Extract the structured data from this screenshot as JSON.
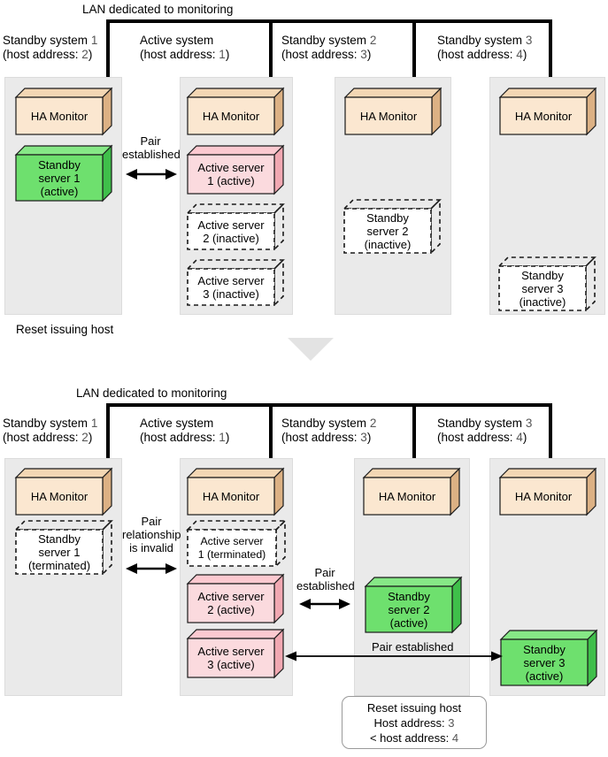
{
  "diagram": {
    "title_top": "LAN dedicated to monitoring",
    "title_bottom": "LAN dedicated to monitoring",
    "reset_issuing_host_top": "Reset issuing host"
  },
  "top": {
    "systems": [
      {
        "name": "Standby system",
        "num": "1",
        "addr_prefix": "(host address: ",
        "addr": "2",
        "addr_suffix": ")"
      },
      {
        "name": "Active system",
        "num": "",
        "addr_prefix": "(host address: ",
        "addr": "1",
        "addr_suffix": ")"
      },
      {
        "name": "Standby system",
        "num": "2",
        "addr_prefix": "(host address: ",
        "addr": "3",
        "addr_suffix": ")"
      },
      {
        "name": "Standby system",
        "num": "3",
        "addr_prefix": "(host address: ",
        "addr": "4",
        "addr_suffix": ")"
      }
    ],
    "monitors": [
      "HA Monitor",
      "HA Monitor",
      "HA Monitor",
      "HA Monitor"
    ],
    "servers": {
      "sys1": [
        {
          "label": "Standby\nserver 1\n(active)",
          "state": "active",
          "color": "green"
        }
      ],
      "sys2": [
        {
          "label": "Active server\n1 (active)",
          "state": "active",
          "color": "pink"
        },
        {
          "label": "Active server\n2 (inactive)",
          "state": "inactive",
          "color": "dashed"
        },
        {
          "label": "Active server\n3 (inactive)",
          "state": "inactive",
          "color": "dashed"
        }
      ],
      "sys3": [
        {
          "label": "Standby\nserver 2\n(inactive)",
          "state": "inactive",
          "color": "dashed"
        }
      ],
      "sys4": [
        {
          "label": "Standby\nserver 3\n(inactive)",
          "state": "inactive",
          "color": "dashed"
        }
      ]
    },
    "pair_label": "Pair\nestablished"
  },
  "bottom": {
    "systems": [
      {
        "name": "Standby system",
        "num": "1",
        "addr_prefix": "(host address: ",
        "addr": "2",
        "addr_suffix": ")"
      },
      {
        "name": "Active system",
        "num": "",
        "addr_prefix": "(host address: ",
        "addr": "1",
        "addr_suffix": ")"
      },
      {
        "name": "Standby system",
        "num": "2",
        "addr_prefix": "(host address: ",
        "addr": "3",
        "addr_suffix": ")"
      },
      {
        "name": "Standby system",
        "num": "3",
        "addr_prefix": "(host address: ",
        "addr": "4",
        "addr_suffix": ")"
      }
    ],
    "monitors": [
      "HA Monitor",
      "HA Monitor",
      "HA Monitor",
      "HA Monitor"
    ],
    "servers": {
      "sys1": [
        {
          "label": "Standby\nserver 1\n(terminated)",
          "state": "terminated",
          "color": "dashed"
        }
      ],
      "sys2": [
        {
          "label": "Active server\n1 (terminated)",
          "state": "terminated",
          "color": "dashed"
        },
        {
          "label": "Active server\n2 (active)",
          "state": "active",
          "color": "pink"
        },
        {
          "label": "Active server\n3 (active)",
          "state": "active",
          "color": "pink"
        }
      ],
      "sys3": [
        {
          "label": "Standby\nserver 2\n(active)",
          "state": "active",
          "color": "green"
        }
      ],
      "sys4": [
        {
          "label": "Standby\nserver 3\n(active)",
          "state": "active",
          "color": "green"
        }
      ]
    },
    "pair_invalid_label": "Pair\nrelationship\nis invalid",
    "pair_established_label": "Pair\nestablished",
    "pair_established_long_label": "Pair established",
    "callout": {
      "line1": "Reset issuing host",
      "line2_prefix": "Host address: ",
      "line2_num": "3",
      "line3_prefix": "< host address: ",
      "line3_num": "4"
    }
  },
  "colors": {
    "panel": "#eaeaea",
    "monitor_face": "#fbe7d0",
    "monitor_side": "#dcb184",
    "monitor_top": "#f3d7b4",
    "green_face": "#6ee06e",
    "green_side": "#3fbf4a",
    "green_top": "#86e886",
    "pink_face": "#fbdade",
    "pink_side": "#f1a8b2",
    "pink_top": "#fcc9d0",
    "stroke": "#1a1a1a",
    "bus": "#000000",
    "triangle": "#e3e3e3"
  }
}
